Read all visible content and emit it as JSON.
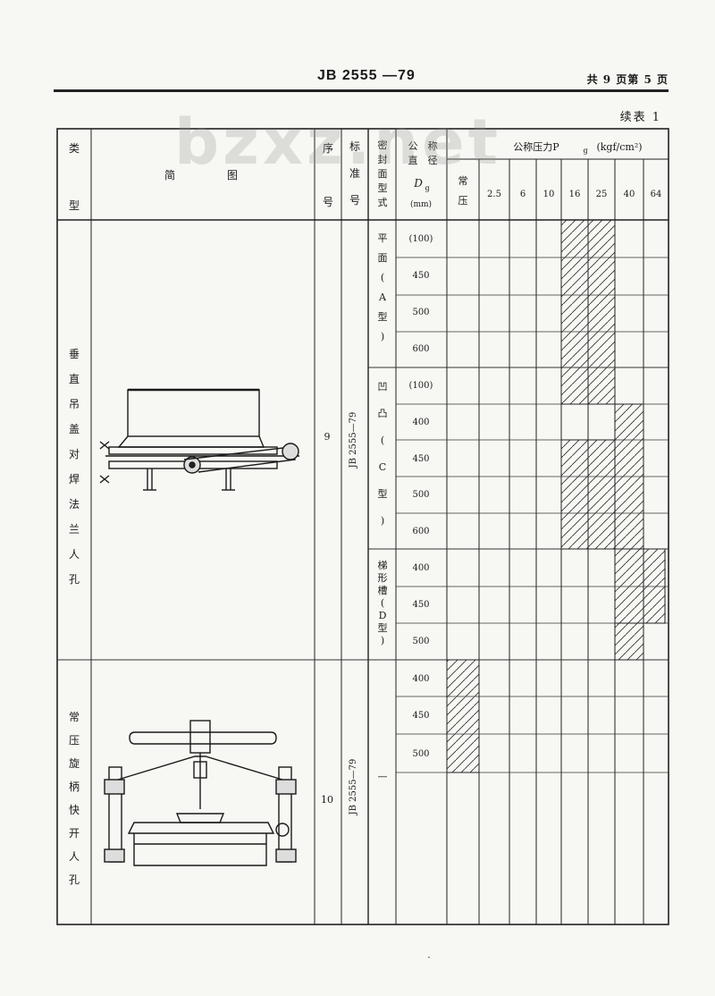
{
  "header": {
    "standard_number": "JB 2555 —79",
    "page_info": "共 9 页第 5 页",
    "continuation": "续表 1"
  },
  "watermark": "bzxz.net",
  "table": {
    "headers": {
      "type": "类 型",
      "sketch": "简 图",
      "serial": "序 号",
      "standard": "标 准 号",
      "seal_face": "密 封 面 型 式",
      "nominal_dia": "公 称 直 径",
      "dg": "D",
      "dg_sub": "g",
      "dg_unit": "(mm)",
      "pressure_title": "公称压力P",
      "pressure_sub": "g",
      "pressure_unit": "(kgf/cm²)",
      "pressures": [
        "常压",
        "2.5",
        "6",
        "10",
        "16",
        "25",
        "40",
        "64"
      ]
    },
    "groups": [
      {
        "type": "垂直吊盖对焊法兰人孔",
        "serial": "9",
        "standard": "JB 2555—79",
        "faces": [
          {
            "name": "平面(A型)",
            "diameters": [
              "(100)",
              "450",
              "500",
              "600"
            ]
          },
          {
            "name": "凹凸(C型)",
            "diameters": [
              "(100)",
              "400",
              "450",
              "500",
              "600"
            ]
          },
          {
            "name": "梯形槽(D型)",
            "diameters": [
              "400",
              "450",
              "500"
            ]
          }
        ]
      },
      {
        "type": "常压旋柄快开人孔",
        "serial": "10",
        "standard": "JB 2555—79",
        "faces": [
          {
            "name": "—",
            "diameters": [
              "400",
              "450",
              "500"
            ]
          }
        ]
      }
    ]
  },
  "icons": [
    "manhole-hinged-flange-sketch-icon",
    "quick-open-manhole-sketch-icon"
  ]
}
